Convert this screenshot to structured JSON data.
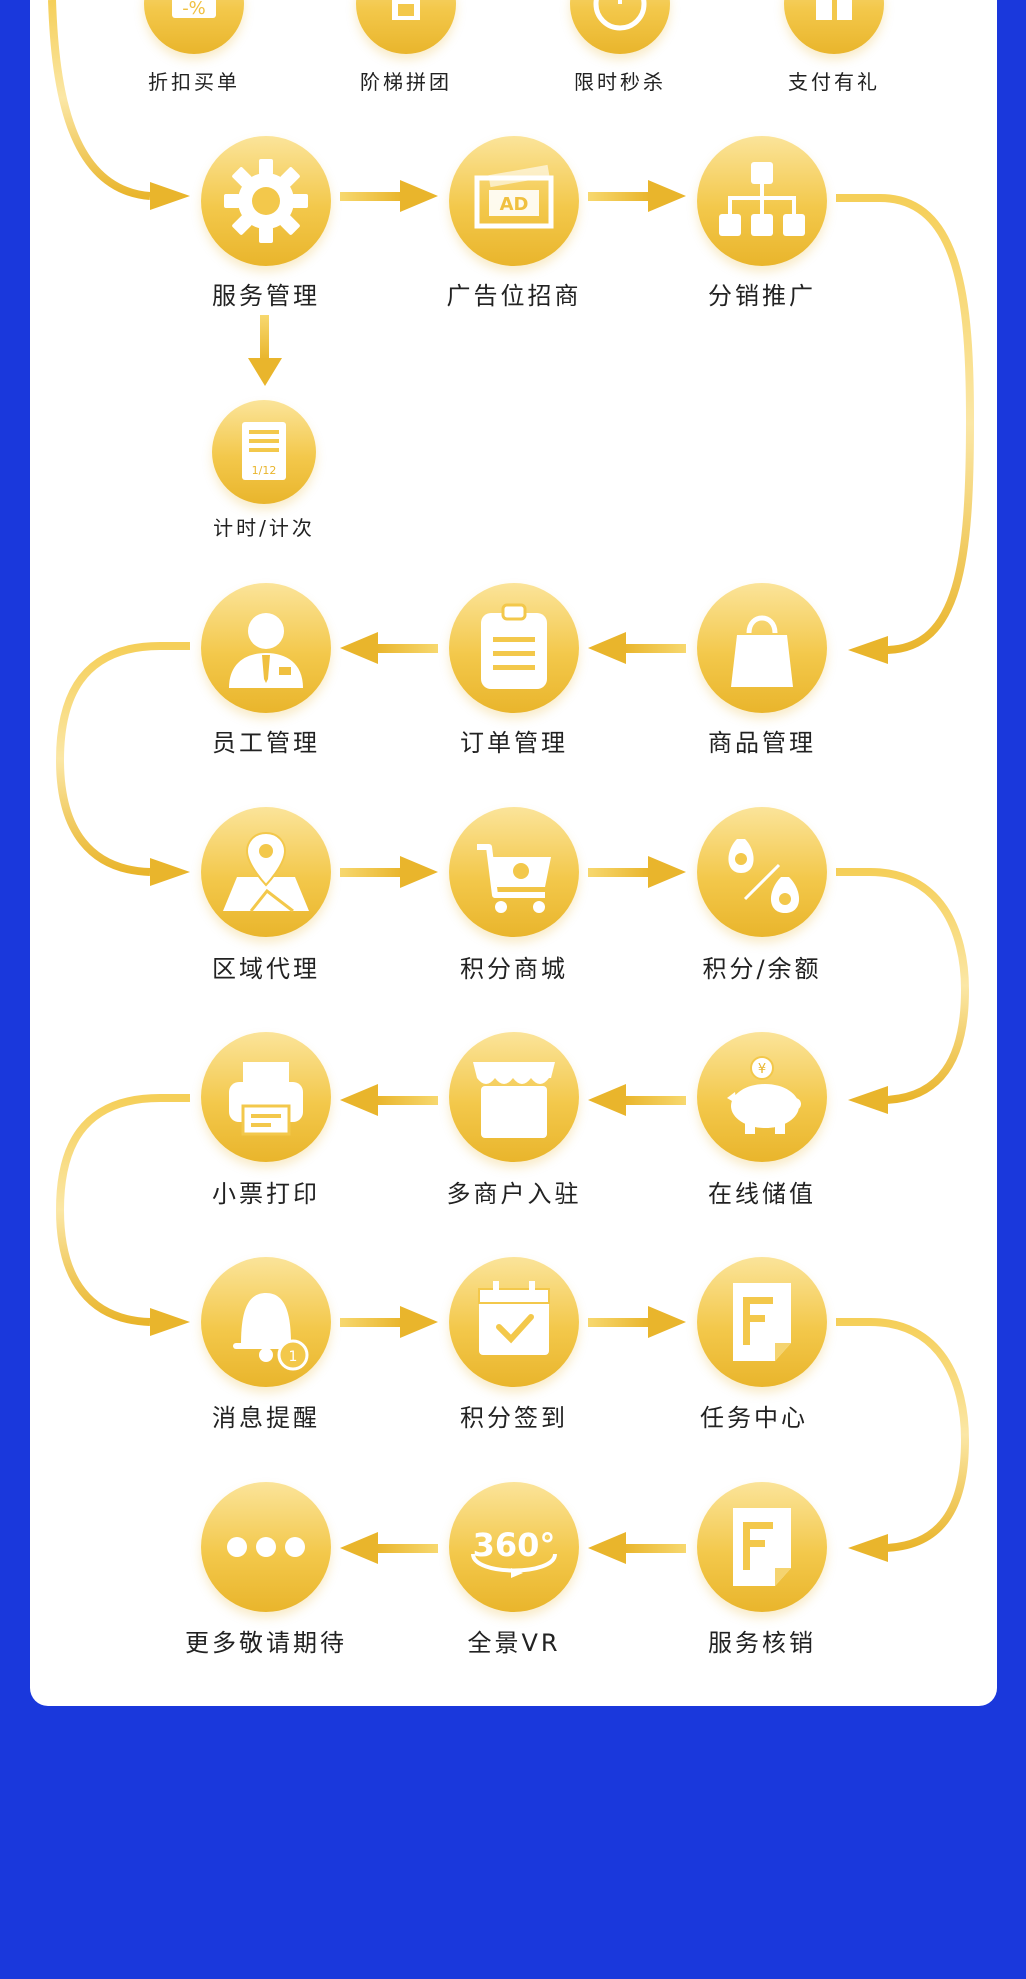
{
  "colors": {
    "background": "#1a38dc",
    "card": "#ffffff",
    "gold_light": "#fbe49a",
    "gold": "#f3c84b",
    "gold_dark": "#e9b52c",
    "text": "#222222"
  },
  "nodes": {
    "discount": {
      "label": "折扣买单",
      "icon": "discount-tag-icon"
    },
    "tiered_group": {
      "label": "阶梯拼团",
      "icon": "group-buy-icon"
    },
    "flash_sale": {
      "label": "限时秒杀",
      "icon": "clock-icon"
    },
    "pay_gift": {
      "label": "支付有礼",
      "icon": "gift-icon"
    },
    "service_mgmt": {
      "label": "服务管理",
      "icon": "gear-icon"
    },
    "ad_slot": {
      "label": "广告位招商",
      "icon": "ad-board-icon"
    },
    "distribution": {
      "label": "分销推广",
      "icon": "org-chart-icon"
    },
    "timing_count": {
      "label": "计时/计次",
      "icon": "counter-card-icon",
      "icon_text": "1/12"
    },
    "staff_mgmt": {
      "label": "员工管理",
      "icon": "staff-icon"
    },
    "order_mgmt": {
      "label": "订单管理",
      "icon": "clipboard-icon"
    },
    "goods_mgmt": {
      "label": "商品管理",
      "icon": "shopping-bag-icon"
    },
    "region_agent": {
      "label": "区域代理",
      "icon": "map-pin-icon"
    },
    "points_mall": {
      "label": "积分商城",
      "icon": "cart-icon"
    },
    "points_balance": {
      "label": "积分/余额",
      "icon": "money-bags-icon"
    },
    "ticket_print": {
      "label": "小票打印",
      "icon": "printer-icon"
    },
    "multi_merchant": {
      "label": "多商户入驻",
      "icon": "storefront-icon"
    },
    "online_stored": {
      "label": "在线储值",
      "icon": "piggy-bank-icon"
    },
    "message_remind": {
      "label": "消息提醒",
      "icon": "bell-icon"
    },
    "points_checkin": {
      "label": "积分签到",
      "icon": "calendar-check-icon"
    },
    "task_center": {
      "label": "任务中心",
      "icon": "document-icon"
    },
    "more": {
      "label": "更多敬请期待",
      "icon": "more-dots-icon"
    },
    "vr": {
      "label": "全景VR",
      "icon": "vr-360-icon",
      "icon_text": "360°"
    },
    "service_verify": {
      "label": "服务核销",
      "icon": "document-icon"
    }
  }
}
